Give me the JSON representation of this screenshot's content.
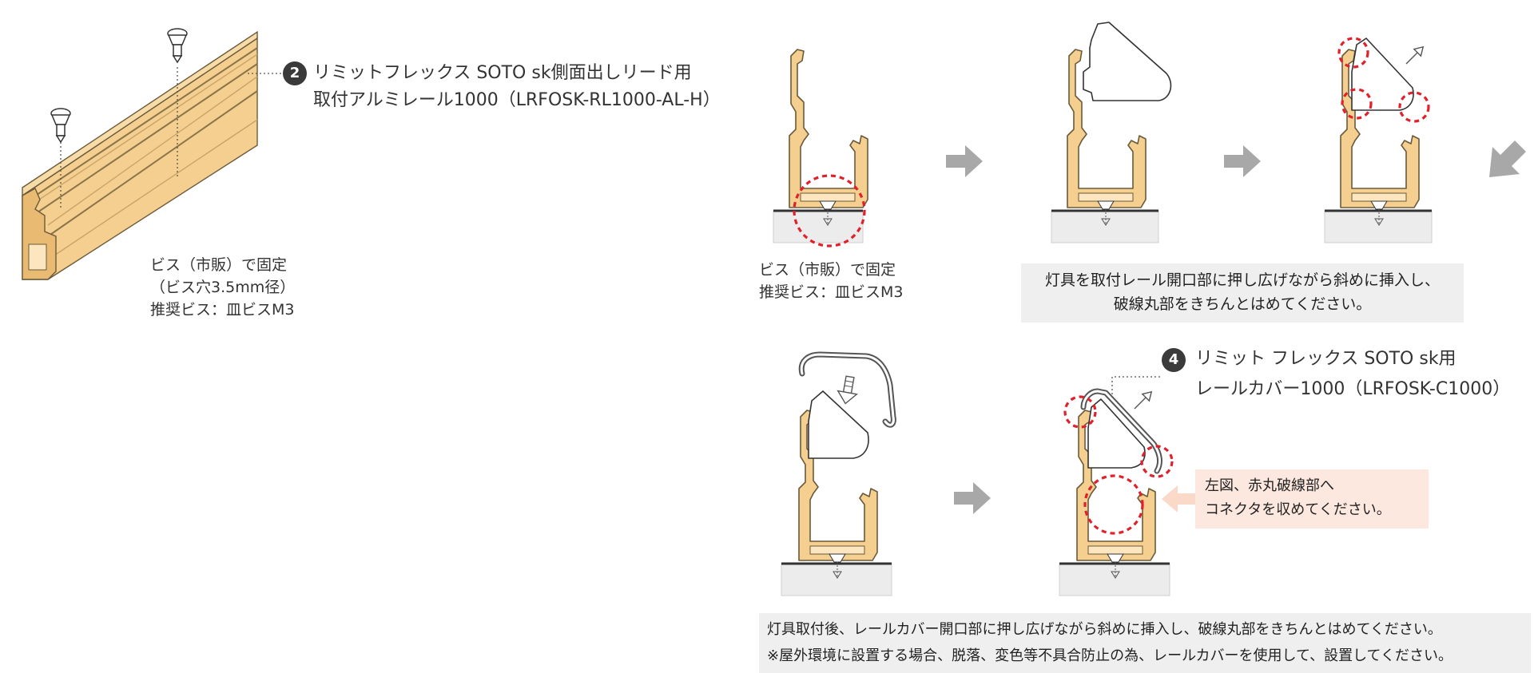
{
  "left_panel": {
    "callout_2": {
      "badge": "2",
      "line1": "リミットフレックス SOTO sk側面出しリード用",
      "line2": "取付アルミレール1000（LRFOSK-RL1000-AL-H）"
    },
    "screw_note": {
      "line1": "ビス（市販）で固定",
      "line2": "（ビス穴3.5mm径）",
      "line3": "推奨ビス：皿ビスM3"
    }
  },
  "step_row_top": {
    "screw_note": {
      "line1": "ビス（市販）で固定",
      "line2": "推奨ビス：皿ビスM3"
    },
    "note": {
      "line1": "灯具を取付レール開口部に押し広げながら斜めに挿入し、",
      "line2": "破線丸部をきちんとはめてください。"
    }
  },
  "step_row_bottom": {
    "callout_4": {
      "badge": "4",
      "line1": "リミット フレックス SOTO sk用",
      "line2": "レールカバー1000（LRFOSK-C1000）"
    },
    "connector_note": {
      "line1": "左図、赤丸破線部へ",
      "line2": "コネクタを収めてください。"
    }
  },
  "bottom_note": {
    "line1": "灯具取付後、レールカバー開口部に押し広げながら斜めに挿入し、破線丸部をきちんとはめてください。",
    "line2": "※屋外環境に設置する場合、脱落、変色等不具合防止の為、レールカバーを使用して、設置してください。"
  },
  "colors": {
    "rail": "#f4cf8f",
    "rail_outline": "#6b5a3a",
    "dashed_circle": "#e0202a",
    "arrow": "#a8a8a8",
    "note_bg": "#efefef",
    "pink_note_bg": "#fde8df"
  },
  "icons": [
    "screw-icon",
    "arrow-right-icon",
    "arrow-down-icon",
    "hollow-arrow-icon"
  ]
}
